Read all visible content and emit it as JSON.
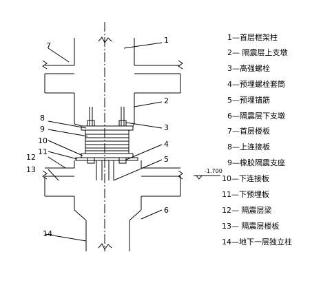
{
  "callouts": [
    "1",
    "2",
    "3",
    "4",
    "5",
    "6",
    "7",
    "8",
    "9",
    "10",
    "11",
    "12",
    "13",
    "14"
  ],
  "elevation": "-1.700",
  "legend": [
    "1—首层框架柱",
    "2— 隔震层上支墩",
    "3—高强螺栓",
    "4—预埋螺栓套筒",
    "5—预埋锚筋",
    "6—隔震层下支墩",
    "7—首层楼板",
    "8—上连接板",
    "9—橡胶隔震支座",
    "10—下连接板",
    "11—下预埋板",
    "12— 隔震层梁",
    "13— 隔震层楼板",
    "14—地下一层独立柱"
  ]
}
